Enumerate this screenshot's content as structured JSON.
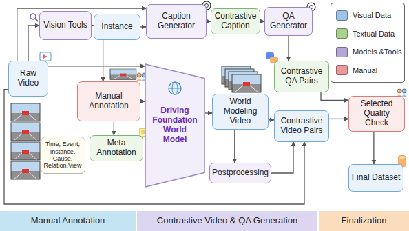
{
  "diagram": {
    "nodes": [
      {
        "text": [
          "Vision Tools"
        ]
      },
      {
        "text": [
          "Instance"
        ]
      },
      {
        "text": [
          "Caption Generator"
        ]
      },
      {
        "text": [
          "Contrastive Caption"
        ]
      },
      {
        "text": [
          "QA Generator"
        ]
      },
      {
        "text": [
          "Raw Video"
        ]
      },
      {
        "text": [
          "Manual Annotation"
        ]
      },
      {
        "text": [
          "Time, Event, Instance, Cause, Relation,View"
        ]
      },
      {
        "text": [
          "Meta Annotation"
        ]
      },
      {
        "text": [
          "Driving Foundation World Model"
        ]
      },
      {
        "text": [
          "World Modeling Video"
        ]
      },
      {
        "text": [
          "Contrastive QA Pairs"
        ]
      },
      {
        "text": [
          "Contrastive Video Pairs"
        ]
      },
      {
        "text": [
          "Postprocessing"
        ]
      },
      {
        "text": [
          "Selected Quality Check"
        ]
      },
      {
        "text": [
          "Final Dataset"
        ]
      },
      {
        "text": [
          "Manual Annotation"
        ]
      },
      {
        "text": [
          "Contrastive Video & QA Generation"
        ]
      },
      {
        "text": [
          "Finalization"
        ]
      }
    ],
    "edges": [
      {
        "from": 5,
        "to": 0,
        "arrow": "to"
      },
      {
        "from": 0,
        "to": 1,
        "arrow": "to"
      },
      {
        "from": 1,
        "to": 2,
        "arrow": "to"
      },
      {
        "from": 5,
        "to": 2,
        "arrow": "to"
      },
      {
        "from": 2,
        "to": 3,
        "arrow": "to"
      },
      {
        "from": 3,
        "to": 4,
        "arrow": "to"
      },
      {
        "from": 4,
        "to": 11,
        "arrow": "to"
      },
      {
        "from": 5,
        "to": 9,
        "arrow": "to"
      },
      {
        "from": 1,
        "to": 6,
        "arrow": "to"
      },
      {
        "from": 6,
        "to": 8,
        "arrow": "to"
      },
      {
        "from": 6,
        "to": 9,
        "arrow": "to"
      },
      {
        "from": 9,
        "to": 10,
        "arrow": "to"
      },
      {
        "from": 10,
        "to": 13,
        "arrow": "to"
      },
      {
        "from": 10,
        "to": 12,
        "arrow": "to"
      },
      {
        "from": 13,
        "to": 12,
        "arrow": "to"
      },
      {
        "from": 11,
        "to": 14,
        "arrow": "to"
      },
      {
        "from": 12,
        "to": 14,
        "arrow": "to"
      },
      {
        "from": 14,
        "to": 15,
        "arrow": "to"
      },
      {
        "from": 5,
        "to": 12,
        "arrow": "to"
      }
    ],
    "legend": [
      {
        "text": "Visual Data",
        "color": "#9dc3e6"
      },
      {
        "text": "Textual Data",
        "color": "#a9d18e"
      },
      {
        "text": "Models &Tools",
        "color": "#b4a7d6"
      },
      {
        "text": "Manual",
        "color": "#ea9999"
      }
    ]
  }
}
